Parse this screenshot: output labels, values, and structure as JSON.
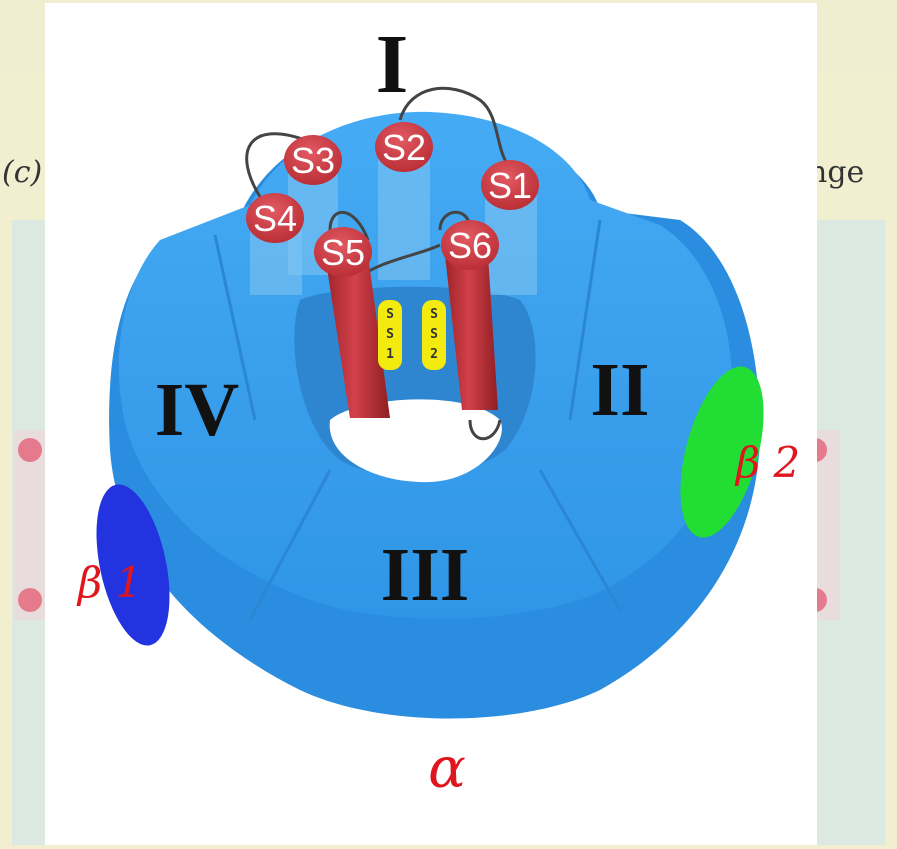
{
  "background": {
    "left_fragment": "(c)",
    "right_fragment": "nge",
    "page_color": "#f1efcf",
    "panel_color": "#dbe9e2"
  },
  "figure": {
    "domains": {
      "I": "I",
      "II": "II",
      "III": "III",
      "IV": "IV"
    },
    "segments": [
      "S1",
      "S2",
      "S3",
      "S4",
      "S5",
      "S6"
    ],
    "pore_loops": [
      {
        "lines": [
          "S",
          "S",
          "1"
        ]
      },
      {
        "lines": [
          "S",
          "S",
          "2"
        ]
      }
    ],
    "subunits": {
      "alpha": "α",
      "beta1": "β 1",
      "beta2": "β 2"
    },
    "colors": {
      "alpha_subunit": "#3aa0ee",
      "segment_cylinder": "#c8343b",
      "pore_loop": "#f3ea10",
      "beta1": "#2433e0",
      "beta2": "#22dd33",
      "label_red": "#e0161e"
    }
  }
}
